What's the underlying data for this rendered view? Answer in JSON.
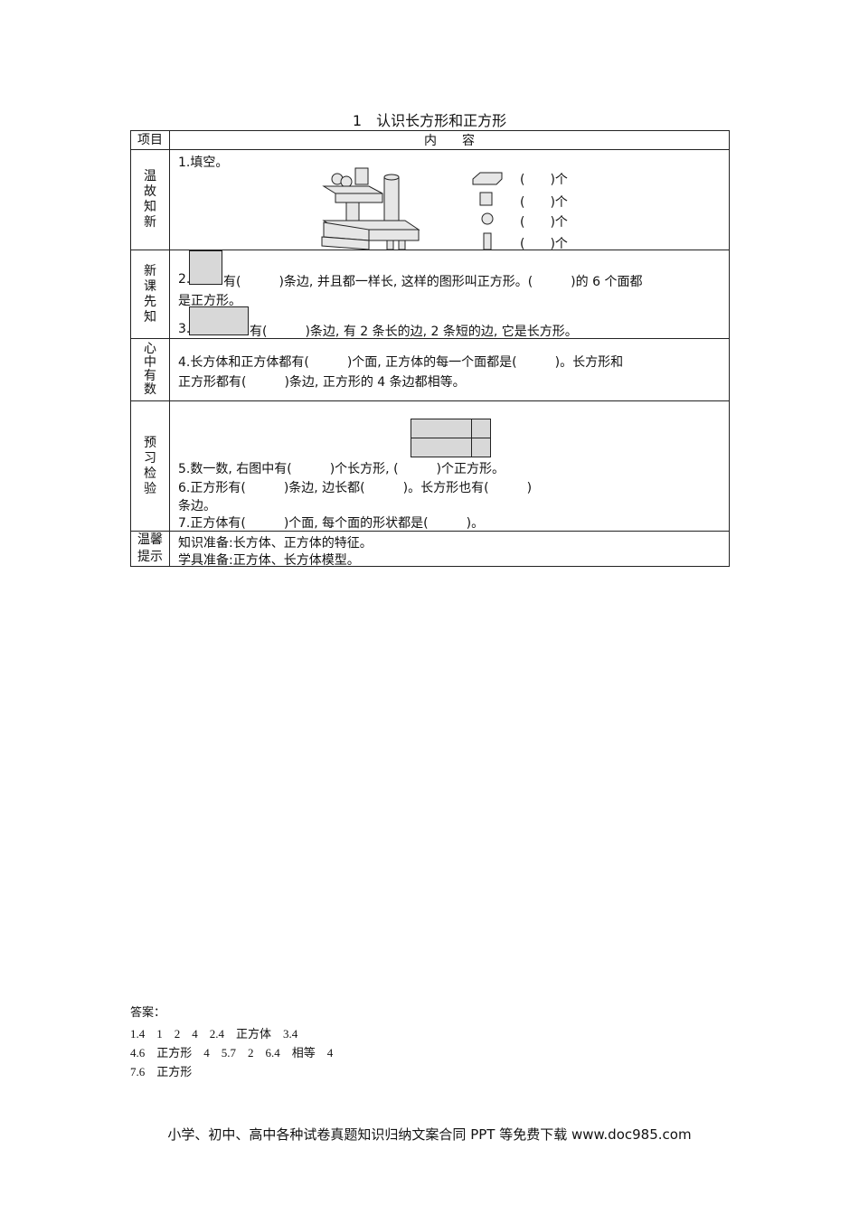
{
  "title": "1　认识长方形和正方形",
  "header": {
    "col1": "项目",
    "col2": "内　　容"
  },
  "rows": [
    {
      "label": "温故知新",
      "lines": [
        "1.填空。"
      ],
      "blanks": [
        "(　　)个",
        "(　　)个",
        "(　　)个",
        "(　　)个"
      ]
    },
    {
      "label": "新课先知",
      "lines": [
        "2.",
        "有(　　　)条边, 并且都一样长, 这样的图形叫正方形。(　　　)的 6 个面都",
        "是正方形。",
        "3.",
        "有(　　　)条边, 有 2 条长的边, 2 条短的边, 它是长方形。"
      ]
    },
    {
      "label": "心中有数",
      "lines": [
        "4.长方体和正方体都有(　　　)个面, 正方体的每一个面都是(　　　)。长方形和",
        "正方形都有(　　　)条边, 正方形的 4 条边都相等。"
      ]
    },
    {
      "label": "预习检验",
      "lines": [
        "5.数一数, 右图中有(　　　)个长方形, (　　　)个正方形。",
        "6.正方形有(　　　)条边, 边长都(　　　)。长方形也有(　　　)",
        "条边。",
        "7.正方体有(　　　)个面, 每个面的形状都是(　　　)。"
      ]
    },
    {
      "label": "温馨提示",
      "lines": [
        "知识准备:长方体、正方体的特征。",
        "学具准备:正方体、长方体模型。"
      ]
    }
  ],
  "answers": {
    "heading": "答案：",
    "lines": [
      "1.4　1　2　4　2.4　正方体　3.4",
      "4.6　正方形　4　5.7　2　6.4　相等　4",
      "7.6　正方形"
    ]
  },
  "footer": "小学、初中、高中各种试卷真题知识归纳文案合同 PPT 等免费下载 www.doc985.com"
}
